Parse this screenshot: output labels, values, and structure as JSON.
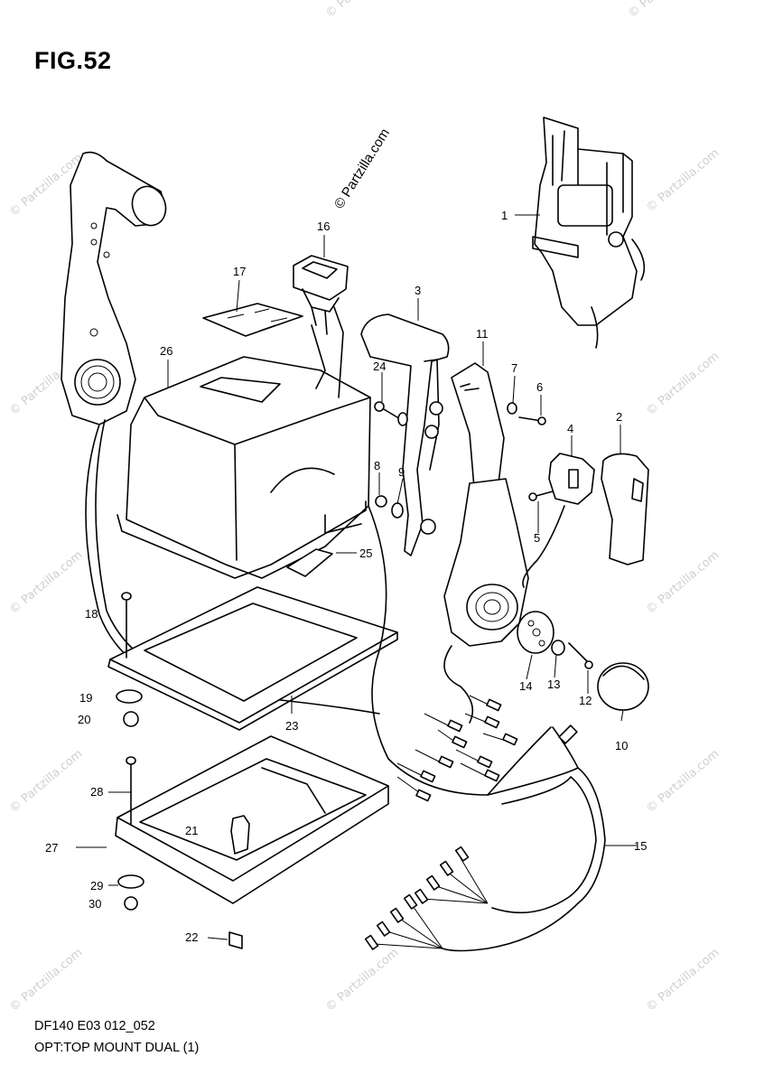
{
  "figure": {
    "title": "FIG.52",
    "code": "DF140 E03 012_052",
    "description": "OPT:TOP MOUNT DUAL (1)"
  },
  "watermark": {
    "center_text": "© Partzilla.com",
    "tile_text": "© Partzilla.com"
  },
  "callouts": {
    "c1": "1",
    "c2": "2",
    "c3": "3",
    "c4": "4",
    "c5": "5",
    "c6": "6",
    "c7": "7",
    "c8": "8",
    "c9": "9",
    "c10": "10",
    "c11": "11",
    "c12": "12",
    "c13": "13",
    "c14": "14",
    "c15": "15",
    "c16": "16",
    "c17": "17",
    "c18": "18",
    "c19": "19",
    "c20": "20",
    "c21": "21",
    "c22": "22",
    "c23": "23",
    "c24": "24",
    "c25": "25",
    "c26": "26",
    "c27": "27",
    "c28": "28",
    "c29": "29",
    "c30": "30"
  }
}
